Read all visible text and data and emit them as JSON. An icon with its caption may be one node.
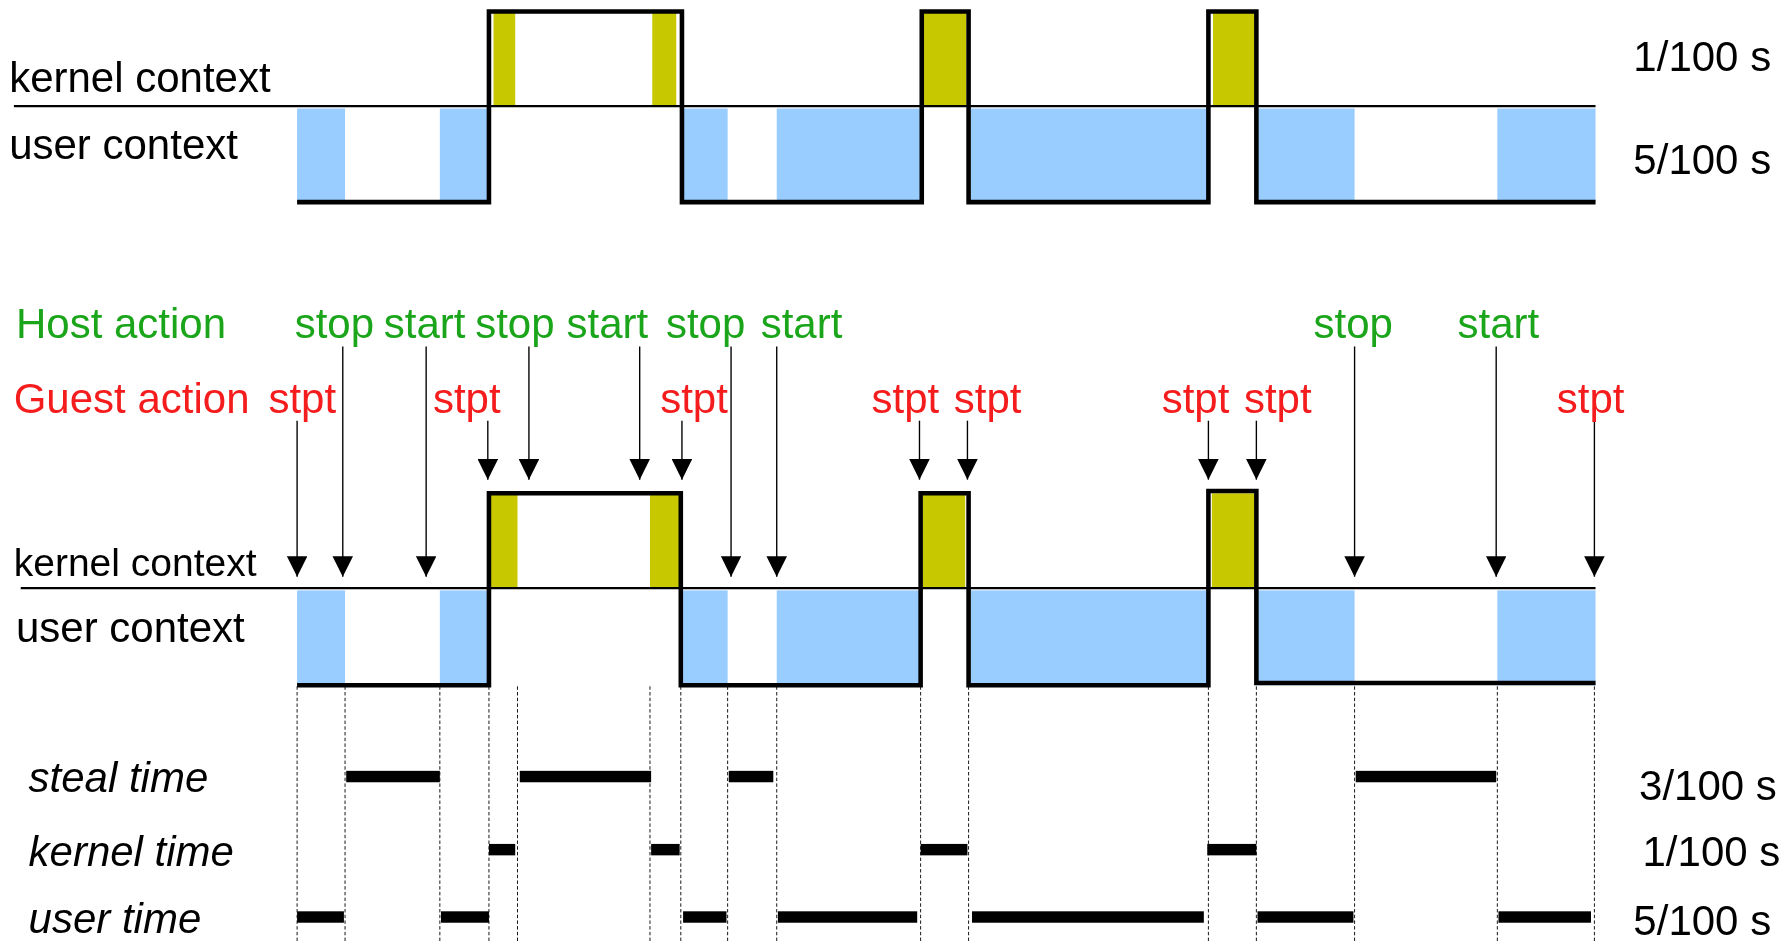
{
  "diagram": {
    "nodes": [
      {
        "text": [
          "stop"
        ]
      },
      {
        "text": [
          "start"
        ]
      },
      {
        "text": [
          "stop"
        ]
      },
      {
        "text": [
          "start"
        ]
      },
      {
        "text": [
          "stop"
        ]
      },
      {
        "text": [
          "start"
        ]
      },
      {
        "text": [
          "stop"
        ]
      },
      {
        "text": [
          "start"
        ]
      },
      {
        "text": [
          "stpt"
        ]
      },
      {
        "text": [
          "stpt"
        ]
      },
      {
        "text": [
          "stpt"
        ]
      },
      {
        "text": [
          "stpt"
        ]
      },
      {
        "text": [
          "stpt"
        ]
      },
      {
        "text": [
          "stpt"
        ]
      },
      {
        "text": [
          "stpt"
        ]
      },
      {
        "text": [
          "stpt"
        ]
      }
    ],
    "edges": [
      {
        "from": 0,
        "to": null,
        "arrow": "to"
      },
      {
        "from": 1,
        "to": null,
        "arrow": "to"
      },
      {
        "from": 2,
        "to": null,
        "arrow": "to"
      },
      {
        "from": 3,
        "to": null,
        "arrow": "to"
      },
      {
        "from": 4,
        "to": null,
        "arrow": "to"
      },
      {
        "from": 5,
        "to": null,
        "arrow": "to"
      },
      {
        "from": 6,
        "to": null,
        "arrow": "to"
      },
      {
        "from": 7,
        "to": null,
        "arrow": "to"
      },
      {
        "from": 8,
        "to": null,
        "arrow": "to"
      },
      {
        "from": 9,
        "to": null,
        "arrow": "to"
      },
      {
        "from": 10,
        "to": null,
        "arrow": "to"
      },
      {
        "from": 11,
        "to": null,
        "arrow": "to"
      },
      {
        "from": 12,
        "to": null,
        "arrow": "to"
      },
      {
        "from": 13,
        "to": null,
        "arrow": "to"
      },
      {
        "from": 14,
        "to": null,
        "arrow": "to"
      },
      {
        "from": 15,
        "to": null,
        "arrow": "to"
      }
    ],
    "labels": [
      "kernel context",
      "1/100 s",
      "user context",
      "5/100 s",
      "Host action",
      "Guest action",
      "kernel context",
      "user context",
      "steal time",
      "3/100 s",
      "kernel time",
      "1/100 s",
      "user time",
      "5/100 s"
    ]
  }
}
